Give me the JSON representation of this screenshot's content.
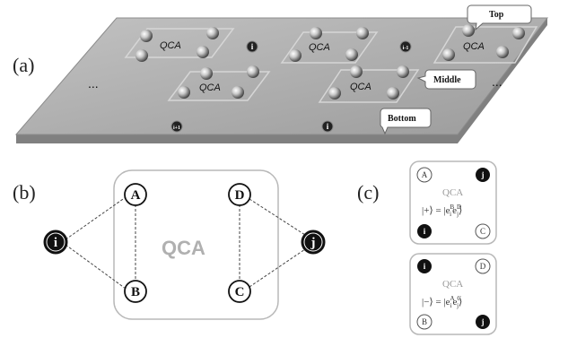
{
  "panel_a": {
    "label": "(a)",
    "qca_label": "QCA",
    "ellipsis": "...",
    "layers": {
      "top": "Top",
      "middle": "Middle",
      "bottom": "Bottom"
    },
    "electrons": [
      "i",
      "i-1",
      "i+1",
      "i"
    ]
  },
  "panel_b": {
    "label": "(b)",
    "qca_label": "QCA",
    "nodes": {
      "A": "A",
      "B": "B",
      "C": "C",
      "D": "D",
      "i": "i",
      "j": "j"
    }
  },
  "panel_c": {
    "label": "(c)",
    "qca_label": "QCA",
    "plus": {
      "tl": "A",
      "tr": "j",
      "bl": "i",
      "br": "C",
      "state": "|+⟩ = |e",
      "sup1": "B",
      "sub1": "i",
      "sup2": "D",
      "sub2": "j",
      "close": "⟩"
    },
    "minus": {
      "tl": "i",
      "tr": "D",
      "bl": "B",
      "br": "j",
      "state": "|−⟩ = |e",
      "sup1": "A",
      "sub1": "i",
      "sup2": "C",
      "sub2": "j",
      "close": "⟩"
    }
  },
  "colors": {
    "plane": "#a9a9a9",
    "plane_edge": "#7a7a7a",
    "cell_border": "#c8c8c8"
  }
}
